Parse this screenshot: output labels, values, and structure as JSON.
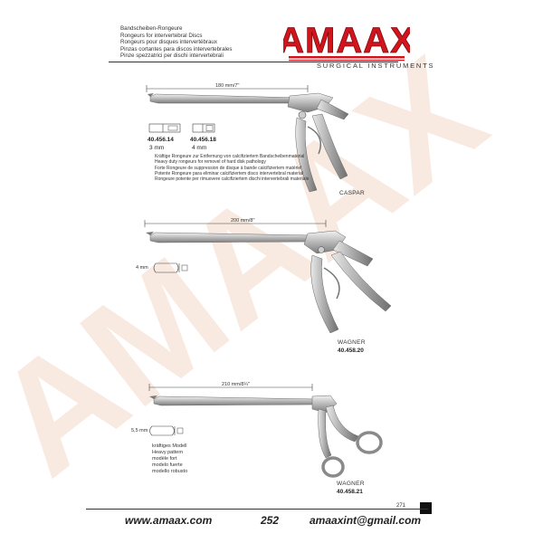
{
  "header": {
    "titles": [
      "Bandscheiben-Rongeure",
      "Rongeurs for intervertebral Discs",
      "Rongeurs pour disques intervertébraux",
      "Pinzas cortantes para discos intervertebrales",
      "Pinze spezzatrici per dischi intervertebrali"
    ],
    "logo_text": "AMAAX",
    "subtitle": "SURGICAL INSTRUMENTS"
  },
  "watermark": {
    "text": "AMAAX"
  },
  "colors": {
    "logo_red": "#d2151c",
    "watermark": "#f3d9c6",
    "text": "#222222"
  },
  "products": [
    {
      "dimension": "180 mm/7\"",
      "variants": [
        {
          "code": "40.456.14",
          "size": "3 mm"
        },
        {
          "code": "40.456.18",
          "size": "4 mm"
        }
      ],
      "description": [
        "Kräftige Rongeure zur Entfernung von calcifiziertem Bandscheibenmaterial",
        "Heavy duty rongeurs for removel of hard disk pathology",
        "Forte Rongeure de suppression de disque à bande calcifiziertem matériel",
        "Potente Rongeure para eliminar calcifiziertem disco intervertebral material",
        "Rongeure potente per rimuovere calcifiziertem dischi intervertebrali materiale"
      ],
      "name": "CASPAR"
    },
    {
      "dimension": "200 mm/8\"",
      "tip_size": "4 mm",
      "name": "WAGNER",
      "code": "40.458.20"
    },
    {
      "dimension": "210 mm/8¼\"",
      "tip_size": "5,5 mm",
      "description": [
        "kräftiges Modell",
        "Heavy pattern",
        "modèle fort",
        "modelo fuerte",
        "modello robusto"
      ],
      "name": "WAGNER",
      "code": "40.458.21"
    }
  ],
  "footer": {
    "page_small": "271",
    "website": "www.amaax.com",
    "page_number": "252",
    "email": "amaaxint@gmail.com"
  }
}
